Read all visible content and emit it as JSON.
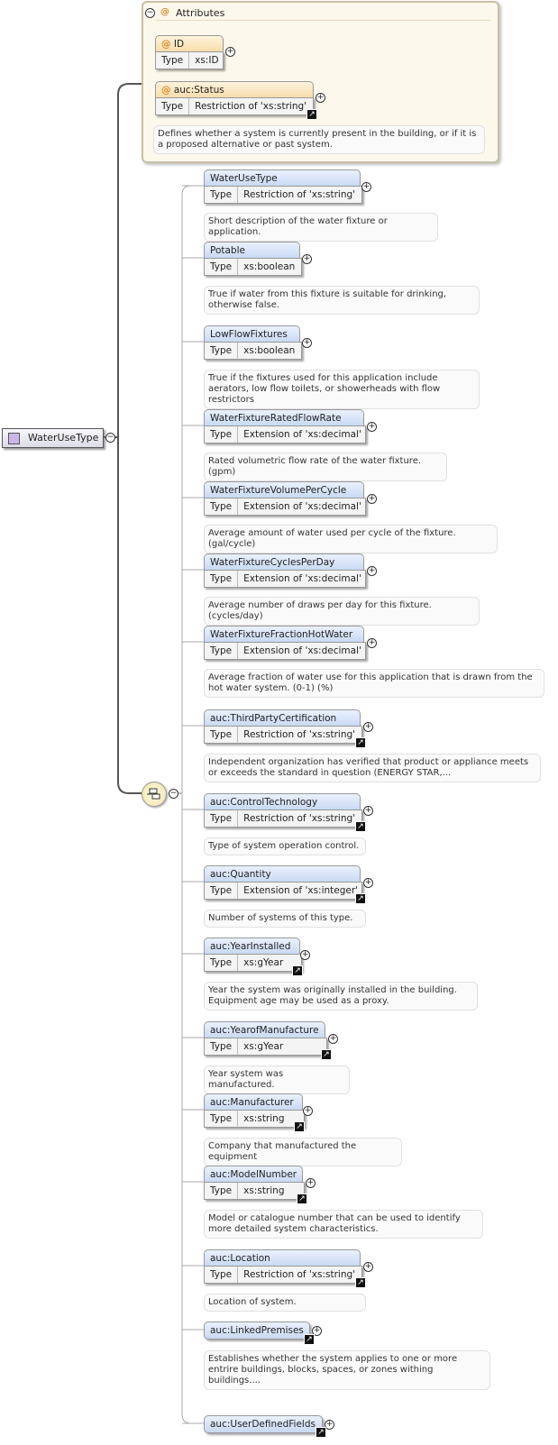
{
  "root": {
    "label": "WaterUseType"
  },
  "attributes": {
    "title": "Attributes",
    "items": [
      {
        "name": "ID",
        "type_label": "Type",
        "type": "xs:ID"
      },
      {
        "name": "auc:Status",
        "type_label": "Type",
        "type": "Restriction of 'xs:string'",
        "doc": "Defines whether a system is currently present in the building, or if it is a proposed alternative or past system."
      }
    ]
  },
  "elements": [
    {
      "name": "WaterUseType",
      "type_label": "Type",
      "type": "Restriction of 'xs:string'",
      "doc": "Short description of the water fixture or application."
    },
    {
      "name": "Potable",
      "type_label": "Type",
      "type": "xs:boolean",
      "doc": "True if water from this fixture is suitable for drinking, otherwise false."
    },
    {
      "name": "LowFlowFixtures",
      "type_label": "Type",
      "type": "xs:boolean",
      "doc": "True if the fixtures used for this application include aerators, low flow toilets, or showerheads with flow restrictors"
    },
    {
      "name": "WaterFixtureRatedFlowRate",
      "type_label": "Type",
      "type": "Extension of 'xs:decimal'",
      "doc": "Rated volumetric flow rate of the water fixture. (gpm)"
    },
    {
      "name": "WaterFixtureVolumePerCycle",
      "type_label": "Type",
      "type": "Extension of 'xs:decimal'",
      "doc": "Average amount of water used per cycle of the fixture. (gal/cycle)"
    },
    {
      "name": "WaterFixtureCyclesPerDay",
      "type_label": "Type",
      "type": "Extension of 'xs:decimal'",
      "doc": "Average number of draws per day for this fixture. (cycles/day)"
    },
    {
      "name": "WaterFixtureFractionHotWater",
      "type_label": "Type",
      "type": "Extension of 'xs:decimal'",
      "doc": "Average fraction of water use for this application that is drawn from the hot water system. (0-1) (%)"
    },
    {
      "name": "auc:ThirdPartyCertification",
      "type_label": "Type",
      "type": "Restriction of 'xs:string'",
      "doc": "Independent organization has verified that product or appliance meets or exceeds the standard in question (ENERGY STAR,..."
    },
    {
      "name": "auc:ControlTechnology",
      "type_label": "Type",
      "type": "Restriction of 'xs:string'",
      "doc": "Type of system operation control."
    },
    {
      "name": "auc:Quantity",
      "type_label": "Type",
      "type": "Extension of 'xs:integer'",
      "doc": "Number of systems of this type."
    },
    {
      "name": "auc:YearInstalled",
      "type_label": "Type",
      "type": "xs:gYear",
      "doc": "Year the system was originally installed in the building. Equipment age may be used as a proxy."
    },
    {
      "name": "auc:YearofManufacture",
      "type_label": "Type",
      "type": "xs:gYear",
      "doc": "Year system was manufactured."
    },
    {
      "name": "auc:Manufacturer",
      "type_label": "Type",
      "type": "xs:string",
      "doc": "Company that manufactured the equipment"
    },
    {
      "name": "auc:ModelNumber",
      "type_label": "Type",
      "type": "xs:string",
      "doc": "Model or catalogue number that can be used to identify more detailed system characteristics."
    },
    {
      "name": "auc:Location",
      "type_label": "Type",
      "type": "Restriction of 'xs:string'",
      "doc": "Location of system."
    },
    {
      "name": "auc:LinkedPremises",
      "doc": "Establishes whether the system applies to one or more entrire buildings, blocks, spaces, or zones withing buildings...."
    },
    {
      "name": "auc:UserDefinedFields"
    }
  ]
}
